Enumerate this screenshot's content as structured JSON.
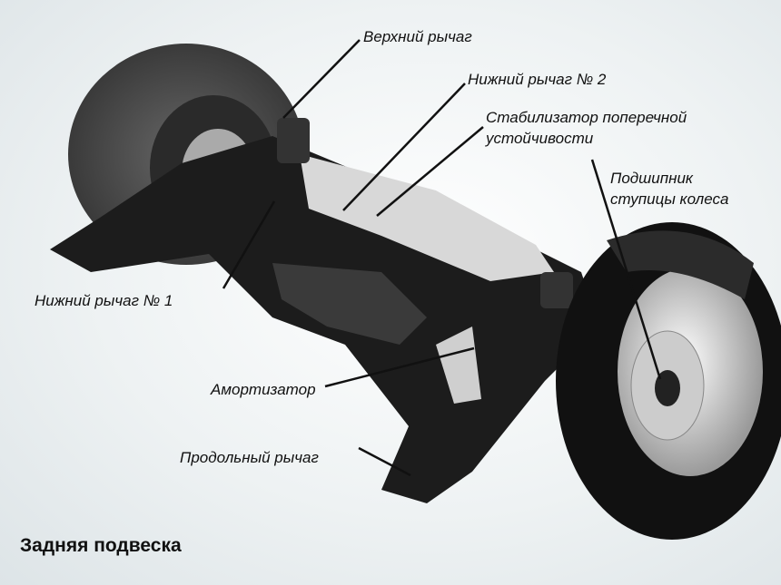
{
  "title": "Задняя подвеска",
  "labels": {
    "upper_arm": "Верхний рычаг",
    "lower_arm_2": "Нижний рычаг № 2",
    "stabilizer_line1": "Стабилизатор поперечной",
    "stabilizer_line2": "устойчивости",
    "hub_bearing_line1": "Подшипник",
    "hub_bearing_line2": "ступицы колеса",
    "lower_arm_1": "Нижний рычаг № 1",
    "shock_absorber": "Амортизатор",
    "trailing_arm": "Продольный рычаг"
  }
}
